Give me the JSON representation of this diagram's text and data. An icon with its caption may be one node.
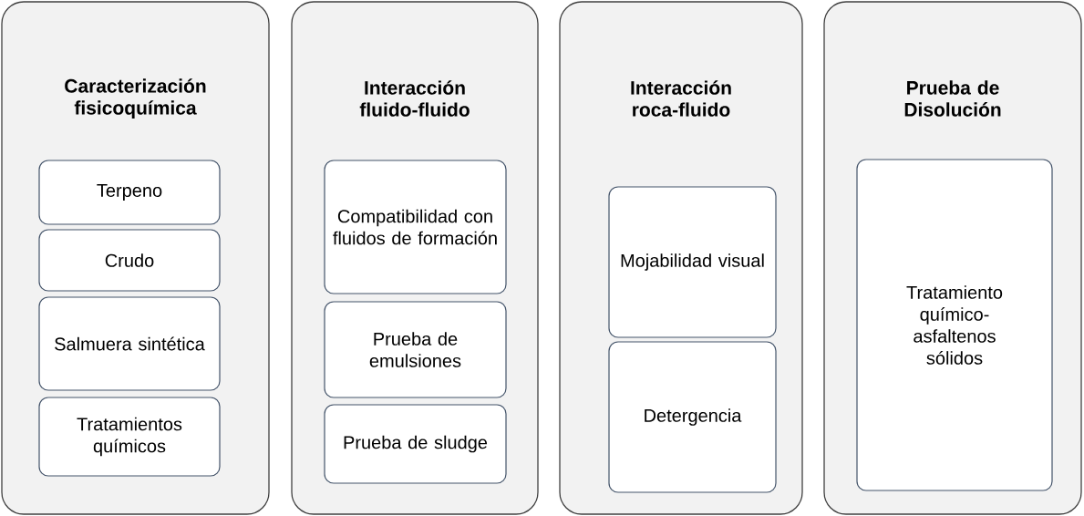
{
  "diagram": {
    "nodes": [
      {
        "text": [
          "Caracterización fisicoquímica"
        ]
      },
      {
        "text": [
          "Terpeno"
        ],
        "in": 0
      },
      {
        "text": [
          "Crudo"
        ],
        "in": 0
      },
      {
        "text": [
          "Salmuera sintética"
        ],
        "in": 0
      },
      {
        "text": [
          "Tratamientos químicos"
        ],
        "in": 0
      },
      {
        "text": [
          "Interacción fluido-fluido"
        ]
      },
      {
        "text": [
          "Compatibilidad con fluidos de formación"
        ],
        "in": 5
      },
      {
        "text": [
          "Prueba de emulsiones"
        ],
        "in": 5
      },
      {
        "text": [
          "Prueba de sludge"
        ],
        "in": 5
      },
      {
        "text": [
          "Interacción roca-fluido"
        ]
      },
      {
        "text": [
          "Mojabilidad visual"
        ],
        "in": 9
      },
      {
        "text": [
          "Detergencia"
        ],
        "in": 9
      },
      {
        "text": [
          "Prueba de Disolución"
        ]
      },
      {
        "text": [
          "Tratamiento químico-asfaltenos sólidos"
        ],
        "in": 12
      }
    ]
  }
}
